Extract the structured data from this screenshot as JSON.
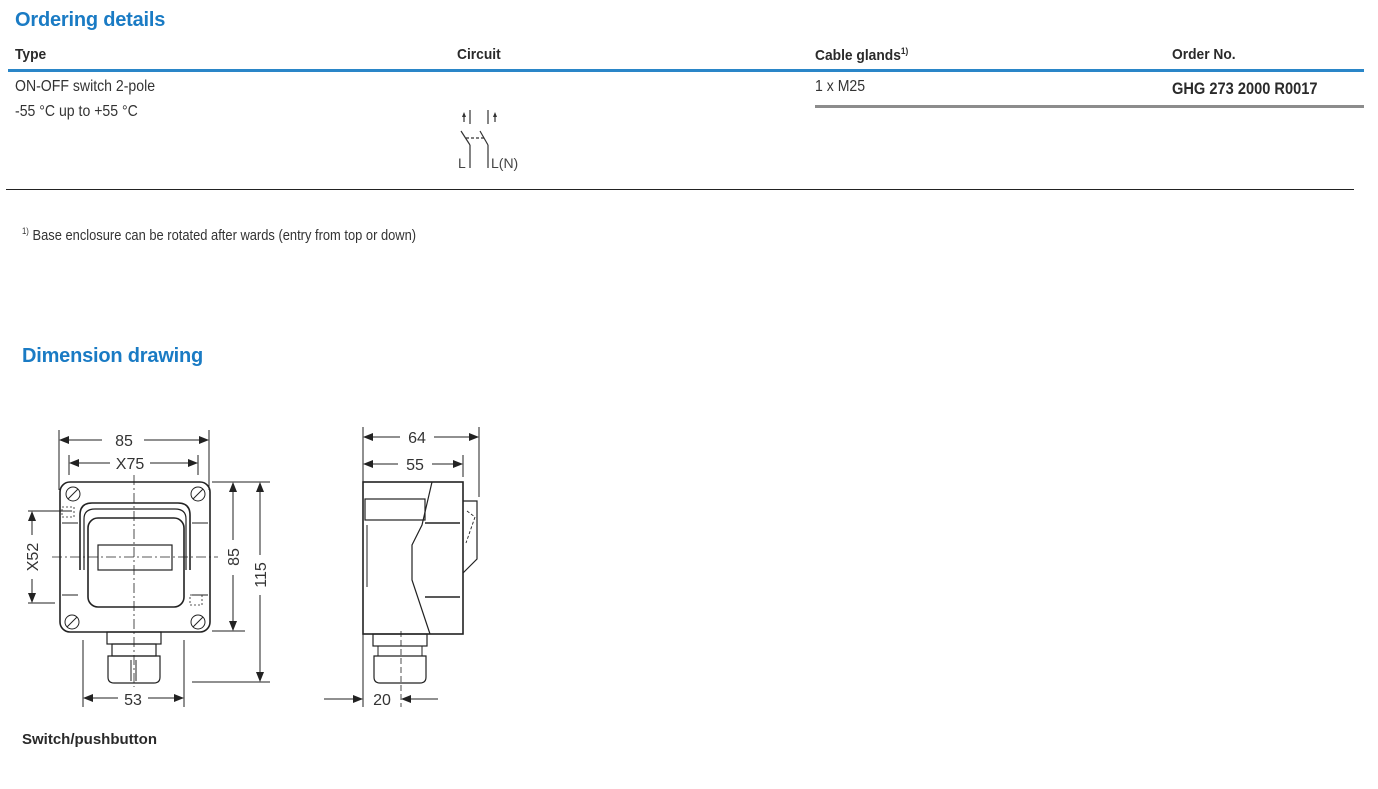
{
  "ordering": {
    "title": "Ordering details",
    "headers": {
      "type": "Type",
      "circuit": "Circuit",
      "cable_glands": "Cable glands",
      "cable_glands_sup": "1)",
      "order_no": "Order No."
    },
    "rows": [
      {
        "type_line1": "ON-OFF switch 2-pole",
        "type_line2": "-55 °C up to +55 °C",
        "circuit": {
          "icon": "two-pole-switch-symbol",
          "label_left": "L",
          "label_right": "L(N)"
        },
        "cable_glands": "1 x M25",
        "order_no": "GHG 273 2000 R0017"
      }
    ],
    "footnote_marker": "1)",
    "footnote_text": "Base enclosure can be rotated after wards (entry from top or down)"
  },
  "dimension": {
    "title": "Dimension drawing",
    "front_view": {
      "width_outer": "85",
      "width_hole": "X75",
      "height_hole": "X52",
      "height_body": "85",
      "height_total": "115",
      "gland_width": "53"
    },
    "side_view": {
      "depth_total": "64",
      "depth_body": "55",
      "gland_offset": "20"
    },
    "caption": "Switch/pushbutton"
  },
  "colors": {
    "accent_blue": "#1a7bc4",
    "rule_blue": "#2a86c8",
    "rule_gray": "#8c8c8c"
  }
}
